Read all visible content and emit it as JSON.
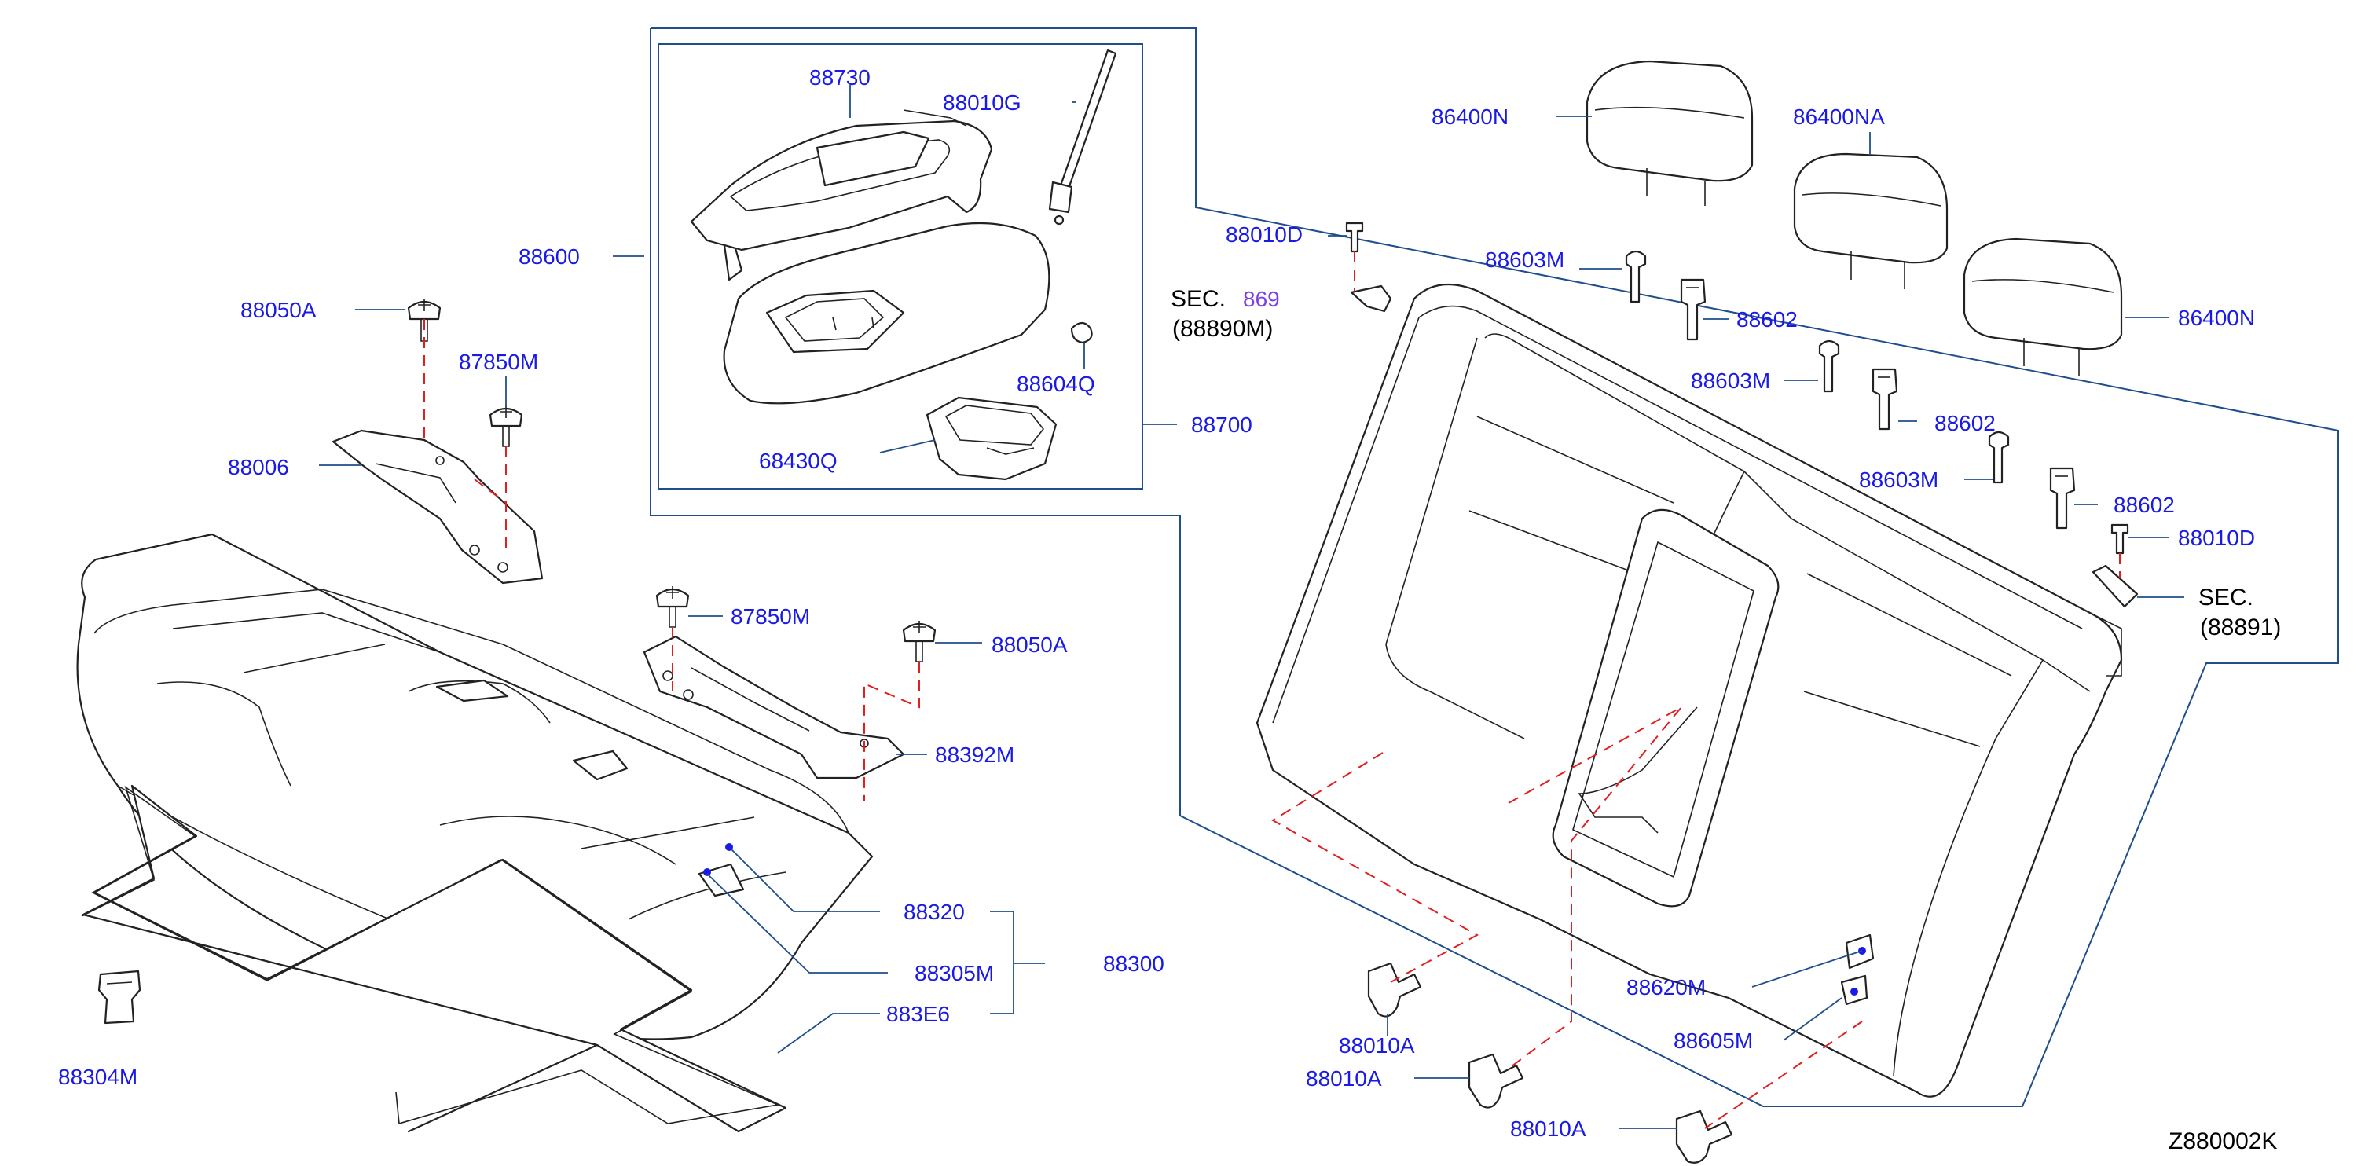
{
  "colors": {
    "callout": "#1a1ae6",
    "callout_alt": "#7b3fe4",
    "reference": "#000000",
    "leader_line": "#1f4e8c",
    "dashed_line": "#e02020",
    "outline": "#222222"
  },
  "diagram_code": "Z880002K",
  "callouts": {
    "c_88730": "88730",
    "c_88010G": "88010G",
    "c_88600": "88600",
    "c_88604Q": "88604Q",
    "c_88700": "88700",
    "c_68430Q": "68430Q",
    "c_88050A_top": "88050A",
    "c_87850M_top": "87850M",
    "c_88006": "88006",
    "c_87850M_mid": "87850M",
    "c_88050A_mid": "88050A",
    "c_88392M": "88392M",
    "c_88320": "88320",
    "c_88305M": "88305M",
    "c_88300": "88300",
    "c_883E6": "883E6",
    "c_88304M": "88304M",
    "c_88010D_top": "88010D",
    "c_sec869_prefix": "SEC.",
    "c_sec869_num": "869",
    "c_88890M": "(88890M)",
    "c_86400N_top": "86400N",
    "c_86400NA": "86400NA",
    "c_86400N_right": "86400N",
    "c_88603M_1": "88603M",
    "c_88602_1": "88602",
    "c_88603M_2": "88603M",
    "c_88602_2": "88602",
    "c_88603M_3": "88603M",
    "c_88602_3": "88602",
    "c_88010D_right": "88010D",
    "c_sec_right": "SEC.",
    "c_88891": "(88891)",
    "c_88620M": "88620M",
    "c_88605M": "88605M",
    "c_88010A_1": "88010A",
    "c_88010A_2": "88010A",
    "c_88010A_3": "88010A"
  },
  "icons": [
    "screw-icon",
    "bolt-icon",
    "clip-icon",
    "grommet-icon",
    "headrest-icon",
    "hook-icon",
    "stud-icon"
  ]
}
